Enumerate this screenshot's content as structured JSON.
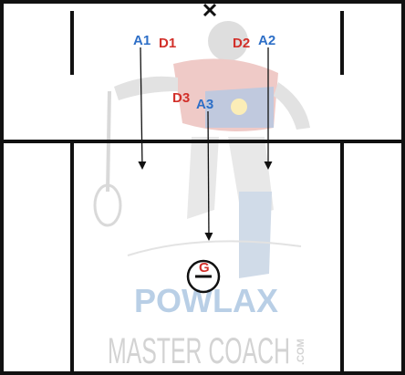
{
  "players": {
    "a1": "A1",
    "a2": "A2",
    "a3": "A3",
    "d1": "D1",
    "d2": "D2",
    "d3": "D3",
    "goalie": "G"
  },
  "watermark": {
    "line1": "POWLAX",
    "line2": "MASTER COACH",
    "suffix": ".COM"
  },
  "colors": {
    "attack": "#2e6fc7",
    "defense": "#d2302a",
    "lines": "#111111",
    "watermark_blue": "#b9cfe6",
    "watermark_gray": "#d3d3d3"
  },
  "icons": {
    "x_mark": "x-mark-icon",
    "mascot": "lacrosse-player-illustration",
    "goal": "goal-crease-icon"
  }
}
